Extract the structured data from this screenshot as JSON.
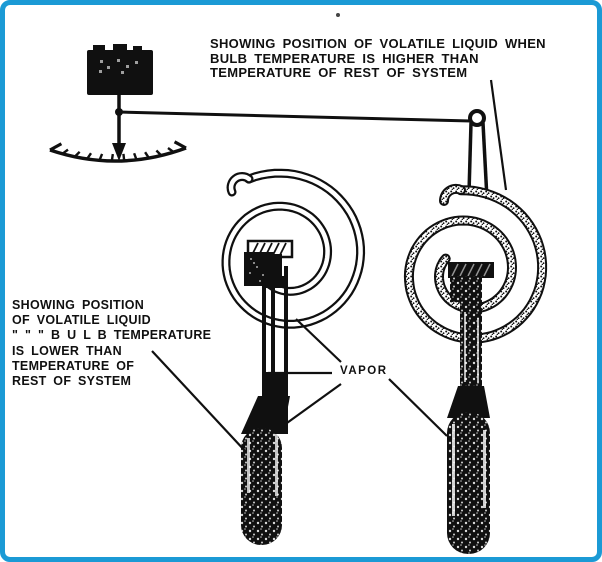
{
  "figure": {
    "border_color": "#1b9ad5",
    "background_color": "#ffffff",
    "ink_color": "#101010"
  },
  "annotations": {
    "top_right": {
      "lines": [
        "SHOWING POSITION OF VOLATILE LIQUID WHEN",
        "BULB TEMPERATURE IS HIGHER THAN",
        "TEMPERATURE OF REST OF SYSTEM"
      ]
    },
    "left": {
      "lines": [
        "SHOWING POSITION",
        "OF VOLATILE LIQUID",
        "\" \" \" B U L B  TEMPERATURE",
        "IS LOWER THAN",
        "TEMPERATURE OF",
        "REST OF SYSTEM"
      ]
    },
    "vapor_label": "VAPOR"
  }
}
